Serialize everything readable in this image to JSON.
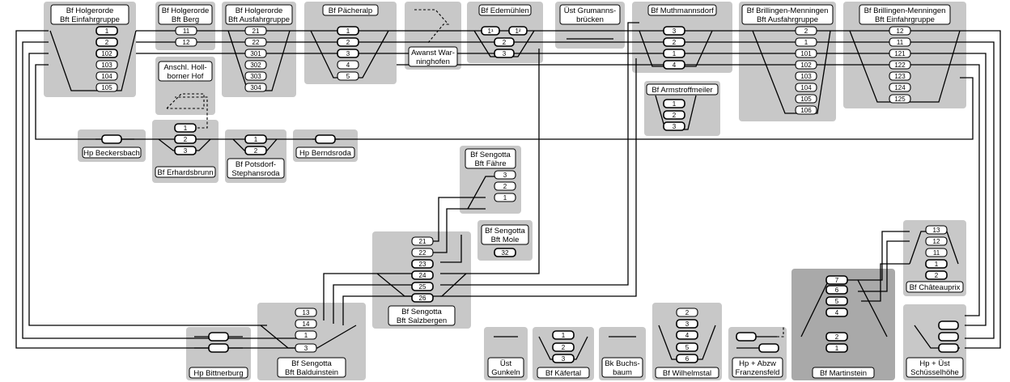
{
  "stations": {
    "holgerorde_einfahr": {
      "name1": "Bf Holgerorde",
      "name2": "Bft Einfahrgruppe",
      "tracks": [
        "1",
        "2",
        "102",
        "103",
        "104",
        "105"
      ]
    },
    "holgerorde_berg": {
      "name1": "Bf Holgerorde",
      "name2": "Bft Berg",
      "tracks": [
        "11",
        "12"
      ]
    },
    "holgerorde_ausfahr": {
      "name1": "Bf Holgerorde",
      "name2": "Bft Ausfahrgruppe",
      "tracks": [
        "21",
        "22",
        "301",
        "302",
        "303",
        "304"
      ]
    },
    "paecheralp": {
      "name1": "Bf Pächeralp",
      "tracks": [
        "1",
        "2",
        "3",
        "4",
        "5"
      ]
    },
    "warninghofen": {
      "name1": "Awanst War-",
      "name2": "ninghofen"
    },
    "edemuehlen": {
      "name1": "Bf Edemühlen",
      "tracks": [
        "1¹",
        "1²",
        "2",
        "3"
      ]
    },
    "grumanns": {
      "name1": "Üst Grumanns-",
      "name2": "brücken"
    },
    "muthmannsdorf": {
      "name1": "Bf Muthmannsdorf",
      "tracks": [
        "3",
        "2",
        "1",
        "4"
      ]
    },
    "brillingen_ausfahr": {
      "name1": "Bf Brillingen-Menningen",
      "name2": "Bft Ausfahrgruppe",
      "tracks": [
        "2",
        "1",
        "101",
        "102",
        "103",
        "104",
        "105",
        "106"
      ]
    },
    "brillingen_einfahr": {
      "name1": "Bf Brillingen-Menningen",
      "name2": "Bft Einfahrgruppe",
      "tracks": [
        "12",
        "11",
        "121",
        "122",
        "123",
        "124",
        "125"
      ]
    },
    "hollborner": {
      "name1": "Anschl. Holl-",
      "name2": "borner Hof"
    },
    "armstroffmeiler": {
      "name1": "Bf Armstroffmeiler",
      "tracks": [
        "1",
        "2",
        "3"
      ]
    },
    "beckersbach": {
      "name1": "Hp Beckersbach"
    },
    "erhardsbrunn": {
      "name1": "Bf Erhardsbrunn",
      "tracks": [
        "1",
        "2",
        "3"
      ]
    },
    "potsdorf": {
      "name1": "Bf Potsdorf-",
      "name2": "Stephansroda",
      "tracks": [
        "1",
        "2"
      ]
    },
    "berndsroda": {
      "name1": "Hp Berndsroda"
    },
    "sengotta_faehre": {
      "name1": "Bf Sengotta",
      "name2": "Bft Fähre",
      "tracks": [
        "3",
        "2",
        "1"
      ]
    },
    "sengotta_mole": {
      "name1": "Bf Sengotta",
      "name2": "Bft Mole",
      "tracks": [
        "32"
      ]
    },
    "sengotta_salzbergen": {
      "name1": "Bf Sengotta",
      "name2": "Bft Salzbergen",
      "tracks": [
        "21",
        "22",
        "23",
        "24",
        "25",
        "26"
      ]
    },
    "sengotta_balduinstein": {
      "name1": "Bf Sengotta",
      "name2": "Bft Balduinstein",
      "tracks": [
        "13",
        "14",
        "1",
        "3"
      ]
    },
    "bittnerburg": {
      "name1": "Hp Bittnerburg"
    },
    "gunkeln": {
      "name1": "Üst",
      "name2": "Gunkeln"
    },
    "kaefertal": {
      "name1": "Bf Käfertal",
      "tracks": [
        "1",
        "2",
        "3"
      ]
    },
    "buchsbaum": {
      "name1": "Bk Buchs-",
      "name2": "baum"
    },
    "wilhelmstal": {
      "name1": "Bf Wilhelmstal",
      "tracks": [
        "2",
        "3",
        "4",
        "5",
        "6"
      ]
    },
    "franzensfeld": {
      "name1": "Hp + Abzw",
      "name2": "Franzensfeld"
    },
    "martinstein": {
      "name1": "Bf Martinstein",
      "tracks": [
        "7",
        "6",
        "5",
        "4",
        "2",
        "1"
      ]
    },
    "chateauprix": {
      "name1": "Bf Châteauprix",
      "tracks": [
        "13",
        "12",
        "11",
        "1",
        "2"
      ]
    },
    "schuesselhoehe": {
      "name1": "Hp + Üst",
      "name2": "Schüsselhöhe"
    }
  }
}
